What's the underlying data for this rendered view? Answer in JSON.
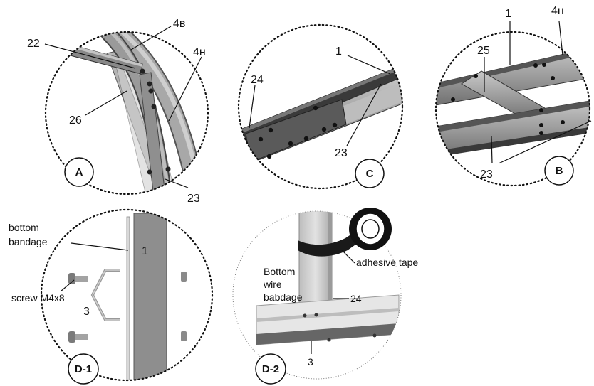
{
  "panels": {
    "A": {
      "badge": "A",
      "labels": {
        "l22": "22",
        "l4b": "4в",
        "l4h": "4н",
        "l26": "26",
        "l23": "23"
      }
    },
    "C": {
      "badge": "C",
      "labels": {
        "l1": "1",
        "l24": "24",
        "l23": "23"
      }
    },
    "B": {
      "badge": "B",
      "labels": {
        "l1": "1",
        "l4h": "4н",
        "l25": "25",
        "l23": "23"
      }
    },
    "D1": {
      "badge": "D-1",
      "labels": {
        "bandage_1": "bottom",
        "bandage_2": "bandage",
        "l1": "1",
        "screw": "screw M4x8",
        "l3": "3"
      }
    },
    "D2": {
      "badge": "D-2",
      "labels": {
        "wire_1": "Bottom",
        "wire_2": "wire",
        "wire_3": "babdage",
        "tape": "adhesive tape",
        "l24": "24",
        "l3": "3"
      }
    }
  }
}
